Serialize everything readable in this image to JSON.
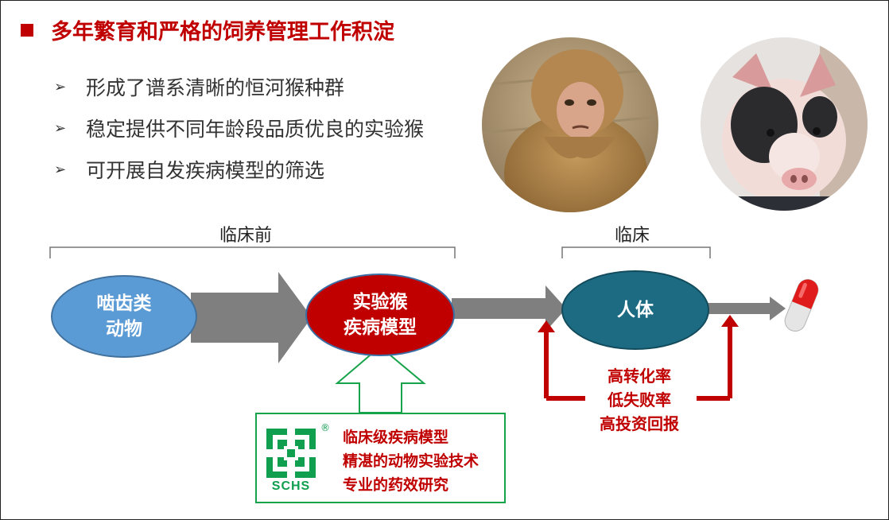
{
  "title": "多年繁育和严格的饲养管理工作积淀",
  "bullets": [
    {
      "mark": "➢",
      "text": "形成了谱系清晰的恒河猴种群"
    },
    {
      "mark": "➢",
      "text": "稳定提供不同年龄段品质优良的实验猴"
    },
    {
      "mark": "➢",
      "text": "可开展自发疾病模型的筛选"
    }
  ],
  "brackets": {
    "preclinical": "临床前",
    "clinical": "临床"
  },
  "nodes": {
    "rodent": {
      "line1": "啮齿类",
      "line2": "动物"
    },
    "monkey": {
      "line1": "实验猴",
      "line2": "疾病模型"
    },
    "human": {
      "line1": "人体"
    }
  },
  "feedback": [
    "高转化率",
    "低失败率",
    "高投资回报"
  ],
  "schs": {
    "logo_text": "SCHS",
    "registered": "®",
    "lines": [
      "临床级疾病模型",
      "精湛的动物实验技术",
      "专业的药效研究"
    ]
  },
  "colors": {
    "title_red": "#c00000",
    "rodent_blue": "#5b9bd5",
    "monkey_red": "#c00000",
    "human_teal": "#1d6b82",
    "arrow_gray": "#7f7f7f",
    "green": "#16a34a"
  },
  "icons": [
    "square-bullet-icon",
    "arrow-bullet-icon",
    "monkey-photo",
    "pig-photo",
    "pill-capsule-icon",
    "schs-logo-icon"
  ]
}
